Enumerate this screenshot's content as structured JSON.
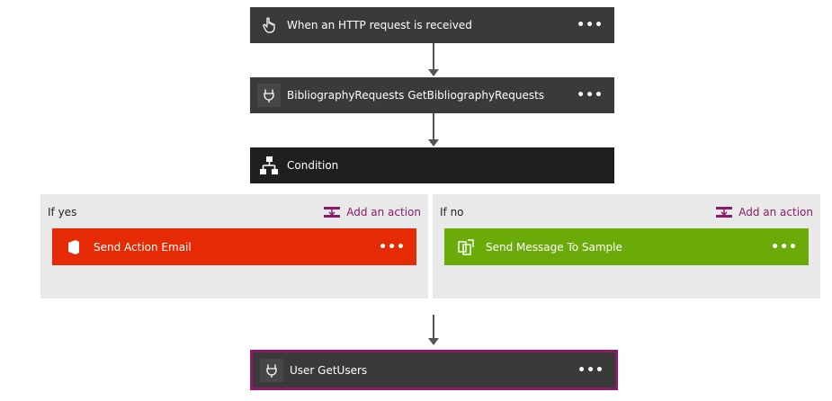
{
  "colors": {
    "step_bg": "#3a3a3a",
    "condition_bg": "#1f1f1f",
    "yes_card": "#e52b05",
    "no_card": "#6aab0a",
    "accent": "#8b1a6b",
    "branch_bg": "#e9e9e9"
  },
  "steps": {
    "trigger": {
      "label": "When an HTTP request is received",
      "icon": "hand-pointer-icon",
      "more": "•••"
    },
    "bibliography": {
      "label": "BibliographyRequests GetBibliographyRequests",
      "icon": "plug-icon",
      "more": "•••"
    },
    "condition": {
      "label": "Condition",
      "icon": "hierarchy-icon"
    },
    "user": {
      "label": "User GetUsers",
      "icon": "plug-icon",
      "more": "•••"
    }
  },
  "branches": {
    "yes": {
      "title": "If yes",
      "add_label": "Add an action",
      "card": {
        "label": "Send Action Email",
        "icon": "office-icon",
        "more": "•••"
      }
    },
    "no": {
      "title": "If no",
      "add_label": "Add an action",
      "card": {
        "label": "Send Message To Sample",
        "icon": "sharepoint-icon",
        "more": "•••"
      }
    }
  }
}
